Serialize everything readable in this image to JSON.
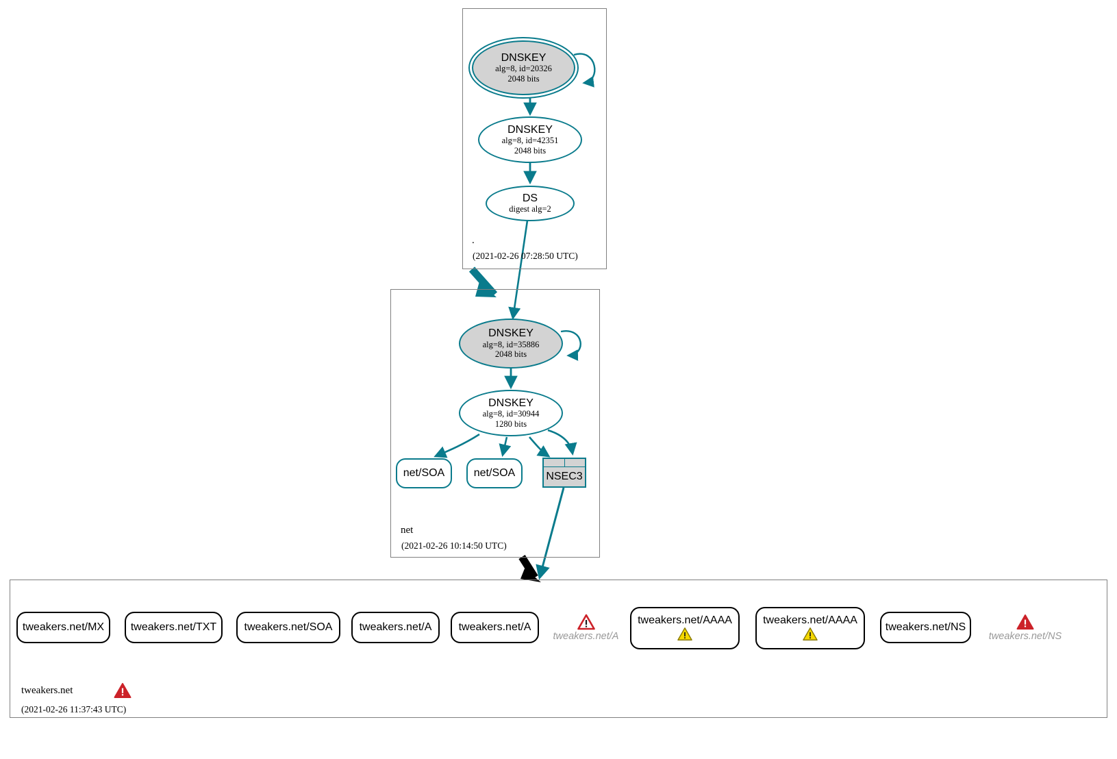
{
  "diagram": {
    "title": "DNSSEC authentication chain for tweakers.net",
    "accent_teal": "#0a7b8c",
    "ksk_fill": "#d3d3d3",
    "cluster_border": "#808080",
    "error_red": "#cc2229",
    "warning_yellow": "#f5d800"
  },
  "zones": [
    {
      "id": "root",
      "label": ".",
      "timestamp": "(2021-02-26 07:28:50 UTC)",
      "nodes": [
        {
          "id": "root-ksk",
          "type": "DNSKEY",
          "title": "DNSKEY",
          "line2": "alg=8, id=20326",
          "line3": "2048 bits",
          "role": "ksk",
          "double_outline": true,
          "self_signed": true
        },
        {
          "id": "root-zsk",
          "type": "DNSKEY",
          "title": "DNSKEY",
          "line2": "alg=8, id=42351",
          "line3": "2048 bits",
          "role": "zsk",
          "double_outline": false,
          "self_signed": false
        },
        {
          "id": "root-ds",
          "type": "DS",
          "title": "DS",
          "line2": "digest alg=2",
          "line3": "",
          "role": "ds",
          "double_outline": false,
          "self_signed": false
        }
      ]
    },
    {
      "id": "net",
      "label": "net",
      "timestamp": "(2021-02-26 10:14:50 UTC)",
      "nodes": [
        {
          "id": "net-ksk",
          "type": "DNSKEY",
          "title": "DNSKEY",
          "line2": "alg=8, id=35886",
          "line3": "2048 bits",
          "role": "ksk",
          "double_outline": false,
          "self_signed": true
        },
        {
          "id": "net-zsk",
          "type": "DNSKEY",
          "title": "DNSKEY",
          "line2": "alg=8, id=30944",
          "line3": "1280 bits",
          "role": "zsk",
          "double_outline": false,
          "self_signed": false
        }
      ],
      "rrsets": [
        {
          "id": "net-soa-1",
          "label": "net/SOA",
          "style": "secure"
        },
        {
          "id": "net-soa-2",
          "label": "net/SOA",
          "style": "secure"
        }
      ],
      "nsec": {
        "id": "net-nsec3",
        "label": "NSEC3",
        "cells": 2
      }
    },
    {
      "id": "tweakers",
      "label": "tweakers.net",
      "timestamp": "(2021-02-26 11:37:43 UTC)",
      "status_icon": "error-triangle-icon",
      "rrsets": [
        {
          "id": "rr-mx",
          "label": "tweakers.net/MX",
          "style": "insecure",
          "badge": "none"
        },
        {
          "id": "rr-txt",
          "label": "tweakers.net/TXT",
          "style": "insecure",
          "badge": "none"
        },
        {
          "id": "rr-soa",
          "label": "tweakers.net/SOA",
          "style": "insecure",
          "badge": "none"
        },
        {
          "id": "rr-a-1",
          "label": "tweakers.net/A",
          "style": "insecure",
          "badge": "none"
        },
        {
          "id": "rr-a-2",
          "label": "tweakers.net/A",
          "style": "insecure",
          "badge": "none"
        },
        {
          "id": "rr-a-err",
          "label": "tweakers.net/A",
          "style": "bare",
          "badge": "error-outline"
        },
        {
          "id": "rr-aaaa-1",
          "label": "tweakers.net/AAAA",
          "style": "insecure",
          "badge": "warning"
        },
        {
          "id": "rr-aaaa-2",
          "label": "tweakers.net/AAAA",
          "style": "insecure",
          "badge": "warning"
        },
        {
          "id": "rr-ns",
          "label": "tweakers.net/NS",
          "style": "insecure",
          "badge": "none"
        },
        {
          "id": "rr-ns-err",
          "label": "tweakers.net/NS",
          "style": "bare",
          "badge": "error-solid"
        }
      ]
    }
  ],
  "edges": [
    {
      "from": "root-ksk",
      "to": "root-ksk",
      "kind": "self-sign",
      "color": "#0a7b8c"
    },
    {
      "from": "root-ksk",
      "to": "root-zsk",
      "kind": "signs",
      "color": "#0a7b8c"
    },
    {
      "from": "root-zsk",
      "to": "root-ds",
      "kind": "signs",
      "color": "#0a7b8c"
    },
    {
      "from": "root-ds",
      "to": "net-ksk",
      "kind": "delegation",
      "color": "#0a7b8c"
    },
    {
      "from": "root",
      "to": "net",
      "kind": "zone-link",
      "color": "#0a7b8c"
    },
    {
      "from": "net-ksk",
      "to": "net-ksk",
      "kind": "self-sign",
      "color": "#0a7b8c"
    },
    {
      "from": "net-ksk",
      "to": "net-zsk",
      "kind": "signs",
      "color": "#0a7b8c"
    },
    {
      "from": "net-zsk",
      "to": "net-soa-1",
      "kind": "signs",
      "color": "#0a7b8c"
    },
    {
      "from": "net-zsk",
      "to": "net-soa-2",
      "kind": "signs",
      "color": "#0a7b8c"
    },
    {
      "from": "net-zsk",
      "to": "net-nsec3",
      "kind": "signs",
      "color": "#0a7b8c"
    },
    {
      "from": "net-nsec3",
      "to": "tweakers",
      "kind": "delegation",
      "color": "#0a7b8c"
    },
    {
      "from": "net",
      "to": "tweakers",
      "kind": "zone-link",
      "color": "#000000"
    }
  ]
}
